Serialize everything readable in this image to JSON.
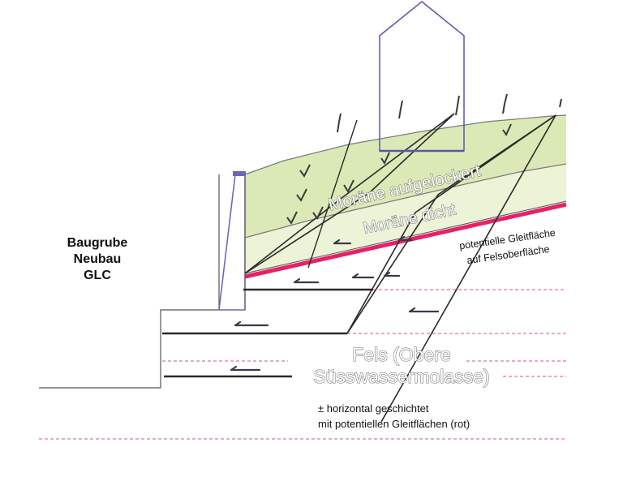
{
  "labels": {
    "baugrube_line1": "Baugrube",
    "baugrube_line2": "Neubau",
    "baugrube_line3": "GLC",
    "moraene_aufgelockert": "Moräne aufgelockert",
    "moraene_dicht": "Moräne dicht",
    "gleitflaeche_line1": "potentielle Gleitfläche",
    "gleitflaeche_line2": "auf Felsoberfläche",
    "fels_line1": "Fels (Obere",
    "fels_line2": "Süsswassermolasse)",
    "schichtung_line1": "± horizontal geschichtet",
    "schichtung_line2": "mit potentiellen Gleitflächen (rot)"
  },
  "colors": {
    "moraene_aufgelockert_fill": "#dbe9b6",
    "moraene_dicht_fill": "#ecf3d6",
    "gleitflaeche_rock": "#e8206a",
    "bedding_dashed": "#e04aa0",
    "building_outline": "#5a55b0",
    "wall_outline": "#6a66b8",
    "line_dark": "#2a2a2a",
    "arrow_color": "#3a3a4a"
  },
  "icons": {
    "arrow": "left-arrow-icon",
    "building": "house-outline-icon",
    "crack": "check-tick-icon"
  }
}
